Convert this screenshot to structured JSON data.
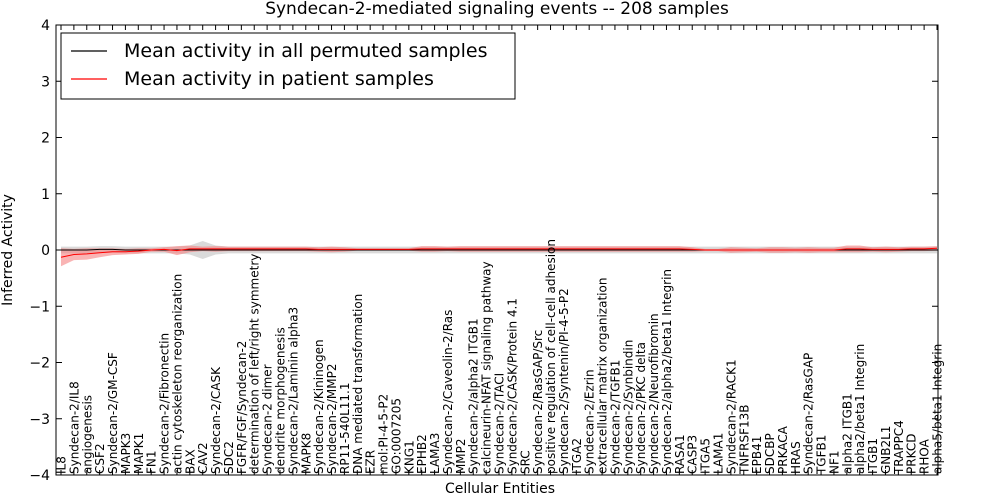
{
  "chart_data": {
    "type": "line",
    "title": "Syndecan-2-mediated signaling events -- 208 samples",
    "xlabel": "Cellular Entities",
    "ylabel": "Inferred Activity",
    "ylim": [
      -4,
      4
    ],
    "yticks": [
      -4,
      -3,
      -2,
      -1,
      0,
      1,
      2,
      3,
      4
    ],
    "ytick_labels": [
      "−4",
      "−3",
      "−2",
      "−1",
      "0",
      "1",
      "2",
      "3",
      "4"
    ],
    "grid": false,
    "legend_position": "top-left",
    "categories": [
      "IL8",
      "Syndecan-2/IL8",
      "angiogenesis",
      "CSF2",
      "Syndecan-2/GM-CSF",
      "MAPK3",
      "MAPK1",
      "FN1",
      "Syndecan-2/Fibronectin",
      "actin cytoskeleton reorganization",
      "BAX",
      "CAV2",
      "Syndecan-2/CASK",
      "SDC2",
      "FGFR/FGF/Syndecan-2",
      "determination of left/right symmetry",
      "Syndecan-2 dimer",
      "dendrite morphogenesis",
      "Syndecan-2/Laminin alpha3",
      "MAPK8",
      "Syndecan-2/Kininogen",
      "Syndecan-2/MMP2",
      "RP11-540L11.1",
      "DNA mediated transformation",
      "EZR",
      "mol:PI-4-5-P2",
      "GO:0007205",
      "KNG1",
      "EPHB2",
      "LAMA3",
      "Syndecan-2/Caveolin-2/Ras",
      "MMP2",
      "Syndecan-2/alpha2 ITGB1",
      "calcineurin-NFAT signaling pathway",
      "Syndecan-2/TACI",
      "Syndecan-2/CASK/Protein 4.1",
      "SRC",
      "Syndecan-2/RasGAP/Src",
      "positive regulation of cell-cell adhesion",
      "Syndecan-2/Syntenin/PI-4-5-P2",
      "ITGA2",
      "Syndecan-2/Ezrin",
      "extracellular matrix organization",
      "Syndecan-2/TGFB1",
      "Syndecan-2/Synbindin",
      "Syndecan-2/PKC delta",
      "Syndecan-2/Neurofibromin",
      "Syndecan-2/alpha2/beta1 Integrin",
      "RASA1",
      "CASP3",
      "ITGA5",
      "LAMA1",
      "Syndecan-2/RACK1",
      "TNFRSF13B",
      "EPB41",
      "SDCBP",
      "PRKACA",
      "HRAS",
      "Syndecan-2/RasGAP",
      "TGFB1",
      "NF1",
      "alpha2 ITGB1",
      "alpha2/beta1 Integrin",
      "ITGB1",
      "GNB2L1",
      "TRAPPC4",
      "PRKCD",
      "RHOA",
      "alpha5/beta1 Integrin"
    ],
    "series": [
      {
        "name": "Mean activity in all permuted samples",
        "color": "#000000",
        "band_color": "#bbbbbb",
        "values": [
          0.0,
          0.0,
          0.0,
          0.01,
          0.01,
          0.0,
          0.0,
          0.0,
          0.0,
          0.0,
          0.0,
          0.0,
          0.0,
          0.0,
          0.0,
          0.0,
          0.0,
          0.0,
          0.0,
          0.0,
          0.0,
          0.0,
          0.0,
          0.0,
          0.0,
          0.0,
          0.0,
          0.0,
          0.0,
          0.0,
          0.0,
          0.0,
          0.0,
          0.0,
          0.0,
          0.0,
          0.0,
          0.0,
          0.0,
          0.0,
          0.0,
          0.0,
          0.0,
          0.0,
          0.0,
          0.0,
          0.0,
          0.0,
          0.0,
          0.0,
          0.0,
          0.0,
          0.0,
          0.0,
          0.0,
          0.0,
          0.0,
          0.0,
          0.0,
          0.0,
          0.0,
          0.0,
          0.0,
          0.0,
          0.0,
          0.0,
          0.0,
          0.0,
          0.0
        ],
        "band": [
          0.06,
          0.06,
          0.06,
          0.06,
          0.06,
          0.06,
          0.06,
          0.06,
          0.06,
          0.06,
          0.08,
          0.16,
          0.08,
          0.06,
          0.06,
          0.06,
          0.06,
          0.06,
          0.06,
          0.06,
          0.06,
          0.06,
          0.06,
          0.06,
          0.06,
          0.06,
          0.06,
          0.06,
          0.06,
          0.06,
          0.06,
          0.06,
          0.06,
          0.06,
          0.06,
          0.06,
          0.06,
          0.06,
          0.06,
          0.06,
          0.06,
          0.06,
          0.06,
          0.06,
          0.06,
          0.06,
          0.06,
          0.06,
          0.06,
          0.06,
          0.06,
          0.06,
          0.06,
          0.06,
          0.06,
          0.06,
          0.06,
          0.06,
          0.06,
          0.06,
          0.06,
          0.06,
          0.06,
          0.06,
          0.06,
          0.06,
          0.06,
          0.06,
          0.06
        ]
      },
      {
        "name": "Mean activity in patient samples",
        "color": "#ff0000",
        "band_color": "#f58282",
        "values": [
          -0.13,
          -0.08,
          -0.07,
          -0.05,
          -0.03,
          -0.03,
          -0.02,
          0.0,
          0.01,
          -0.01,
          0.02,
          0.02,
          0.02,
          0.02,
          0.02,
          0.02,
          0.02,
          0.02,
          0.02,
          0.02,
          0.01,
          0.01,
          0.01,
          0.01,
          0.01,
          0.01,
          0.01,
          0.01,
          0.02,
          0.02,
          0.02,
          0.02,
          0.02,
          0.02,
          0.02,
          0.02,
          0.02,
          0.02,
          0.02,
          0.02,
          0.02,
          0.02,
          0.02,
          0.02,
          0.02,
          0.02,
          0.02,
          0.02,
          0.02,
          0.01,
          0.0,
          0.0,
          0.0,
          0.0,
          0.0,
          0.0,
          0.0,
          0.0,
          0.0,
          0.0,
          0.0,
          0.02,
          0.02,
          0.01,
          0.01,
          0.01,
          0.02,
          0.02,
          0.03
        ],
        "band": [
          0.16,
          0.1,
          0.1,
          0.08,
          0.06,
          0.05,
          0.05,
          0.03,
          0.04,
          0.08,
          0.06,
          0.04,
          0.05,
          0.04,
          0.04,
          0.04,
          0.04,
          0.04,
          0.04,
          0.04,
          0.04,
          0.05,
          0.04,
          0.02,
          0.02,
          0.02,
          0.02,
          0.02,
          0.05,
          0.05,
          0.04,
          0.05,
          0.05,
          0.05,
          0.05,
          0.05,
          0.05,
          0.05,
          0.05,
          0.05,
          0.05,
          0.05,
          0.05,
          0.05,
          0.05,
          0.05,
          0.05,
          0.05,
          0.05,
          0.04,
          0.02,
          0.02,
          0.05,
          0.04,
          0.03,
          0.05,
          0.05,
          0.04,
          0.05,
          0.04,
          0.04,
          0.06,
          0.06,
          0.04,
          0.05,
          0.04,
          0.04,
          0.04,
          0.04
        ]
      }
    ]
  }
}
